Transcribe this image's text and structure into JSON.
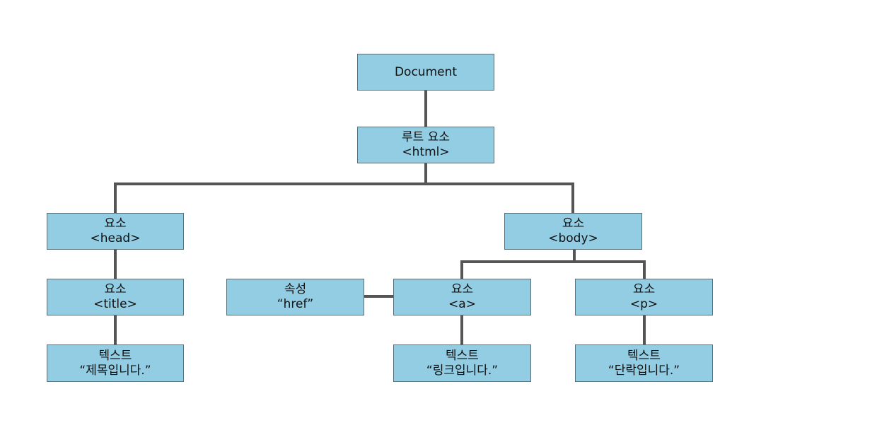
{
  "diagram": {
    "line_color": "#555555",
    "box_fill": "#92cde3",
    "nodes": {
      "document": {
        "lines": [
          "Document"
        ]
      },
      "html": {
        "lines": [
          "루트 요소",
          "<html>"
        ]
      },
      "head": {
        "lines": [
          "요소",
          "<head>"
        ]
      },
      "body": {
        "lines": [
          "요소",
          "<body>"
        ]
      },
      "title": {
        "lines": [
          "요소",
          "<title>"
        ]
      },
      "attr_href": {
        "lines": [
          "속성",
          "“href”"
        ]
      },
      "a": {
        "lines": [
          "요소",
          "<a>"
        ]
      },
      "p": {
        "lines": [
          "요소",
          "<p>"
        ]
      },
      "text_title": {
        "lines": [
          "텍스트",
          "“제목입니다.”"
        ]
      },
      "text_a": {
        "lines": [
          "텍스트",
          "“링크입니다.”"
        ]
      },
      "text_p": {
        "lines": [
          "텍스트",
          "“단락입니다.”"
        ]
      }
    }
  }
}
